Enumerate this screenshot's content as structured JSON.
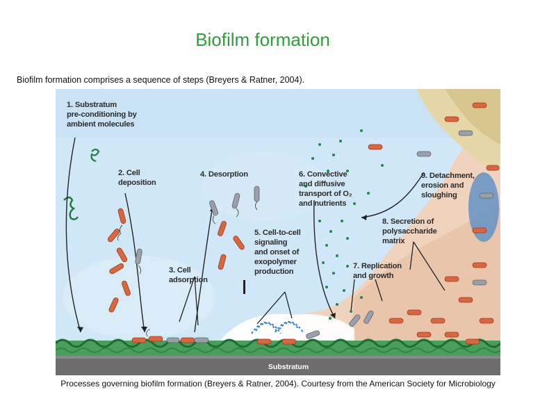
{
  "title": "Biofilm formation",
  "intro": "Biofilm formation comprises a sequence of steps (Breyers & Ratner, 2004).",
  "caption": "Processes governing biofilm formation (Breyers & Ratner, 2004). Courtesy from the American Society for Microbiology",
  "figure": {
    "steps": {
      "s1": "1. Substratum\npre-conditioning by\nambient molecules",
      "s2": "2. Cell\ndeposition",
      "s3": "3. Cell\nadsorption",
      "s4": "4. Desorption",
      "s5": "5. Cell-to-cell\nsignaling\nand onset of\nexopolymer\nproduction",
      "s6": "6. Convective\nand diffusive\ntransport of O₂\nand nutrients",
      "s7": "7. Replication\nand growth",
      "s8": "8. Secretion of\npolysaccharide\nmatrix",
      "s9": "9. Detachment,\nerosion and\nsloughing"
    },
    "substratum": "Substratum"
  },
  "colors": {
    "title": "#2e9e3a",
    "water": "#cfe7f6",
    "cell": "#d9663f",
    "cell_grey": "#9aa0aa",
    "biofilm": "#e8c9b5",
    "substratum": "#6d6d6d",
    "nutrient": "#1e8a4c",
    "signal": "#2f7fc7"
  }
}
